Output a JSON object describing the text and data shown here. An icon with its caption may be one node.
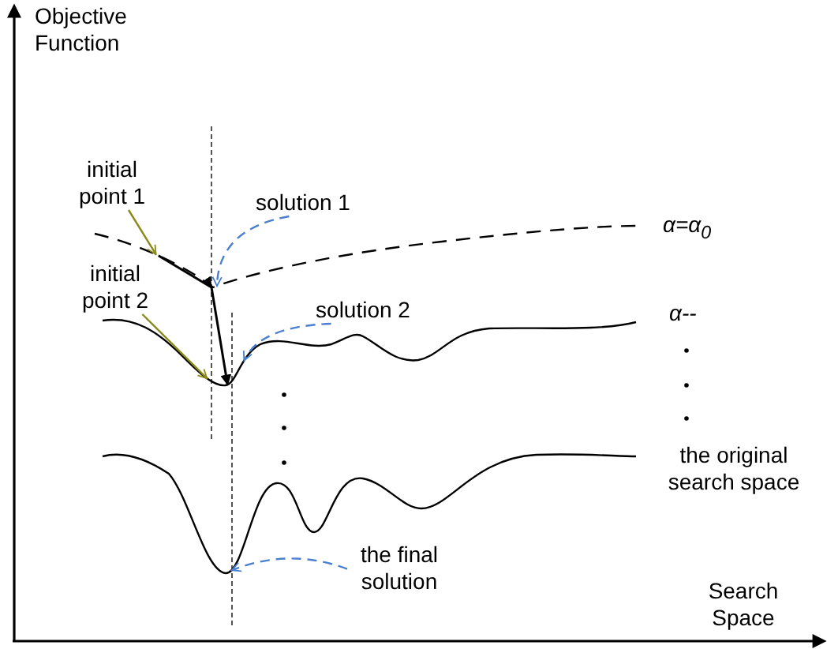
{
  "diagram": {
    "nodes": [
      {
        "text": [
          "initial point 1"
        ]
      },
      {
        "text": [
          "solution 1"
        ]
      },
      {
        "text": [
          "initial point 2"
        ]
      },
      {
        "text": [
          "solution 2"
        ]
      },
      {
        "text": [
          "the final solution"
        ]
      },
      {
        "text": [],
        "shape": "curve"
      },
      {
        "text": [],
        "shape": "curve"
      },
      {
        "text": [],
        "shape": "curve"
      }
    ],
    "edges": [
      {
        "from": 0,
        "to": 5,
        "arrow": "to",
        "color": "#8a8a1a"
      },
      {
        "from": 1,
        "to": 5,
        "arrow": "to",
        "style": "dashed",
        "color": "#4a7fd0"
      },
      {
        "from": 2,
        "to": 6,
        "arrow": "to",
        "color": "#8a8a1a"
      },
      {
        "from": 3,
        "to": 6,
        "arrow": "to",
        "style": "dashed",
        "color": "#4a7fd0"
      },
      {
        "from": 4,
        "to": 7,
        "arrow": "to",
        "style": "dashed",
        "color": "#4a7fd0"
      },
      {
        "from": 5,
        "to": 6,
        "arrow": "to",
        "color": "#000000"
      }
    ],
    "labels": [
      "Objective Function",
      "α=α$_{0}$",
      "α--",
      "the original search space",
      "Search Space"
    ]
  }
}
